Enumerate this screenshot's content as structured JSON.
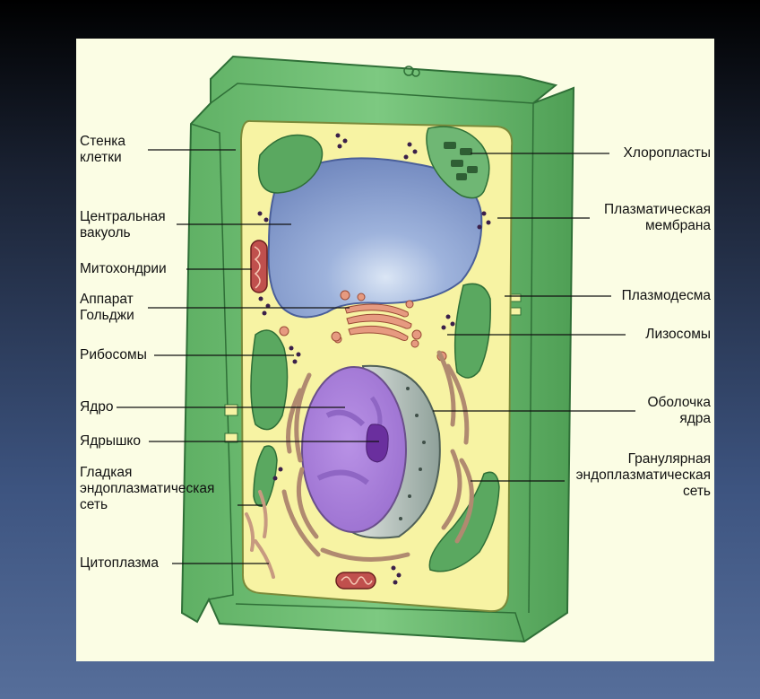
{
  "labels": {
    "cell_wall": [
      "Стенка",
      "клетки"
    ],
    "central_vacuole": [
      "Центральная",
      "вакуоль"
    ],
    "mitochondria": "Митохондрии",
    "golgi": [
      "Аппарат",
      "Гольджи"
    ],
    "ribosomes": "Рибосомы",
    "nucleus": "Ядро",
    "nucleolus": "Ядрышко",
    "smooth_er": [
      "Гладкая",
      "эндоплазматическая",
      "сеть"
    ],
    "cytoplasm": "Цитоплазма",
    "chloroplasts": "Хлоропласты",
    "plasma_membrane": [
      "Плазматическая",
      "мембрана"
    ],
    "plasmodesma": "Плазмодесма",
    "lysosomes": "Лизосомы",
    "nuclear_envelope": [
      "Оболочка",
      "ядра"
    ],
    "rough_er": [
      "Гранулярная",
      "эндоплазматическая",
      "сеть"
    ]
  },
  "colors": {
    "cell_wall": "#6fbf73",
    "cell_wall_dark": "#3f8a48",
    "cytoplasm": "#f7f3a3",
    "vacuole": "#7f95c7",
    "nucleus": "#a77fd6",
    "nucleolus": "#6a2f9e",
    "chloroplast": "#5aa860",
    "mitochondrion": "#c0504d",
    "golgi": "#e69a80",
    "er": "#b08a70",
    "ribosome": "#3a1f4a"
  }
}
